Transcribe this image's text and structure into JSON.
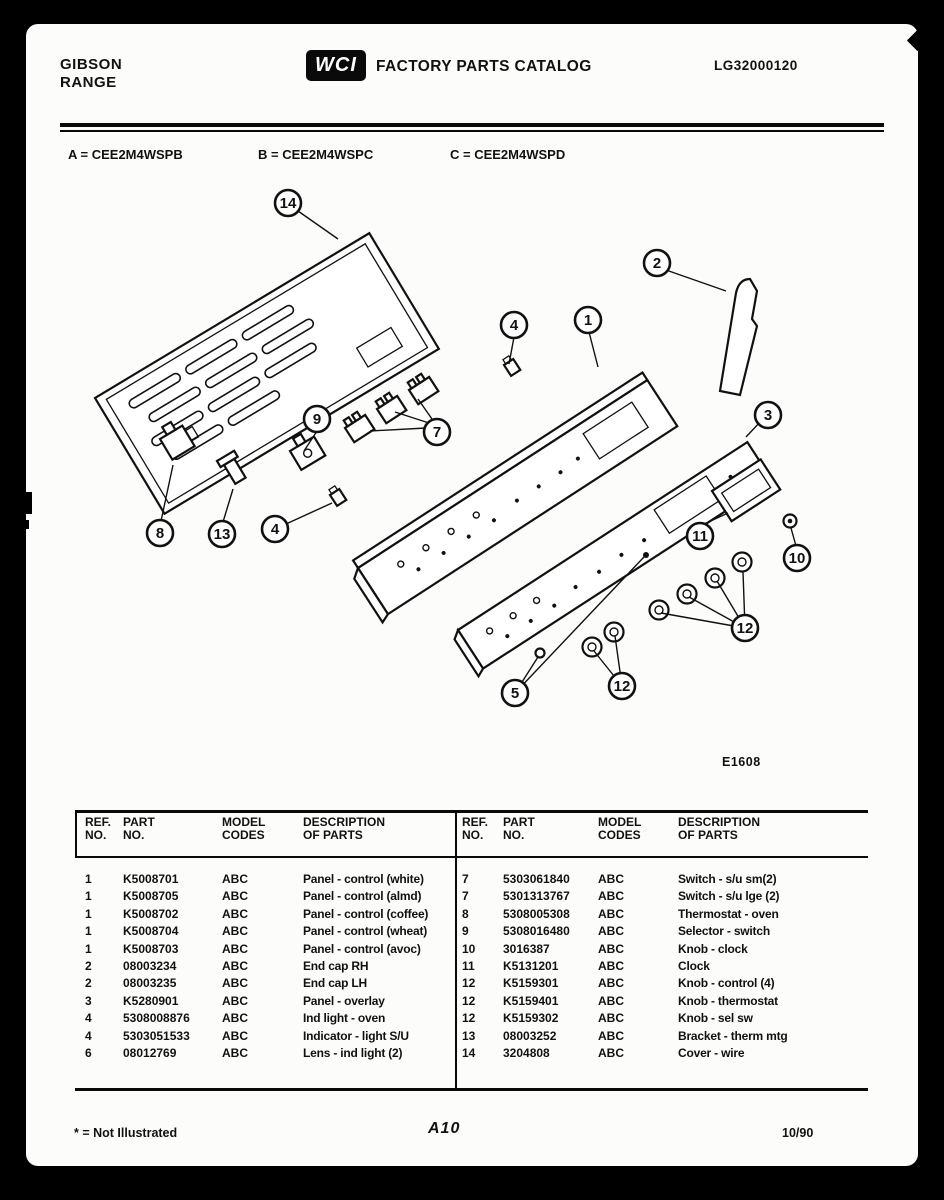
{
  "header": {
    "brand_line1": "GIBSON",
    "brand_line2": "RANGE",
    "logo": "WCI",
    "title": "FACTORY PARTS CATALOG",
    "doc_number": "LG32000120"
  },
  "models": [
    "A = CEE2M4WSPB",
    "B = CEE2M4WSPC",
    "C = CEE2M4WSPD"
  ],
  "diagram": {
    "ref_code": "E1608",
    "callouts": [
      "14",
      "2",
      "4",
      "1",
      "3",
      "9",
      "7",
      "8",
      "13",
      "4",
      "11",
      "10",
      "12",
      "12",
      "5"
    ]
  },
  "table": {
    "headers": [
      {
        "line1": "REF.",
        "line2": "NO."
      },
      {
        "line1": "PART",
        "line2": "NO."
      },
      {
        "line1": "MODEL",
        "line2": "CODES"
      },
      {
        "line1": "DESCRIPTION",
        "line2": "OF PARTS"
      }
    ],
    "left_rows": [
      {
        "ref": "1",
        "part": "K5008701",
        "model": "ABC",
        "desc": "Panel - control (white)"
      },
      {
        "ref": "1",
        "part": "K5008705",
        "model": "ABC",
        "desc": "Panel - control (almd)"
      },
      {
        "ref": "1",
        "part": "K5008702",
        "model": "ABC",
        "desc": "Panel - control (coffee)"
      },
      {
        "ref": "1",
        "part": "K5008704",
        "model": "ABC",
        "desc": "Panel - control (wheat)"
      },
      {
        "ref": "1",
        "part": "K5008703",
        "model": "ABC",
        "desc": "Panel - control (avoc)"
      },
      {
        "ref": "2",
        "part": "08003234",
        "model": "ABC",
        "desc": "End cap RH"
      },
      {
        "ref": "2",
        "part": "08003235",
        "model": "ABC",
        "desc": "End cap LH"
      },
      {
        "ref": "3",
        "part": "K5280901",
        "model": "ABC",
        "desc": "Panel - overlay"
      },
      {
        "ref": "4",
        "part": "5308008876",
        "model": "ABC",
        "desc": "Ind light - oven"
      },
      {
        "ref": "4",
        "part": "5303051533",
        "model": "ABC",
        "desc": "Indicator - light S/U"
      },
      {
        "ref": "6",
        "part": "08012769",
        "model": "ABC",
        "desc": "Lens - ind light (2)"
      }
    ],
    "right_rows": [
      {
        "ref": "7",
        "part": "5303061840",
        "model": "ABC",
        "desc": "Switch - s/u sm(2)"
      },
      {
        "ref": "7",
        "part": "5301313767",
        "model": "ABC",
        "desc": "Switch - s/u lge (2)"
      },
      {
        "ref": "8",
        "part": "5308005308",
        "model": "ABC",
        "desc": "Thermostat - oven"
      },
      {
        "ref": "9",
        "part": "5308016480",
        "model": "ABC",
        "desc": "Selector - switch"
      },
      {
        "ref": "10",
        "part": "3016387",
        "model": "ABC",
        "desc": "Knob - clock"
      },
      {
        "ref": "11",
        "part": "K5131201",
        "model": "ABC",
        "desc": "Clock"
      },
      {
        "ref": "12",
        "part": "K5159301",
        "model": "ABC",
        "desc": "Knob - control (4)"
      },
      {
        "ref": "12",
        "part": "K5159401",
        "model": "ABC",
        "desc": "Knob - thermostat"
      },
      {
        "ref": "12",
        "part": "K5159302",
        "model": "ABC",
        "desc": "Knob - sel sw"
      },
      {
        "ref": "13",
        "part": "08003252",
        "model": "ABC",
        "desc": "Bracket - therm mtg"
      },
      {
        "ref": "14",
        "part": "3204808",
        "model": "ABC",
        "desc": "Cover - wire"
      }
    ]
  },
  "footer": {
    "note": "* = Not Illustrated",
    "page_number": "A10",
    "date_code": "10/90"
  }
}
